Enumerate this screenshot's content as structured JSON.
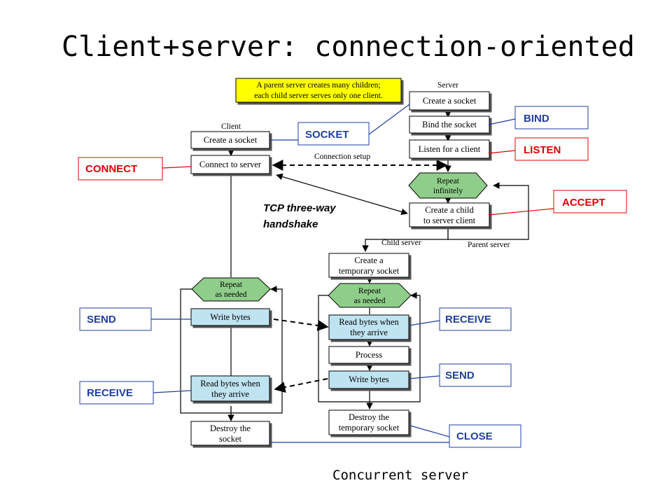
{
  "title": "Client+server: connection-oriented",
  "footer": "Concurrent server",
  "colors": {
    "call_red": "#e00000",
    "call_blue": "#1f3f9f",
    "decision_green": "#8fce8a",
    "note_yellow": "#ffff00",
    "io_box_blue": "#bfe3f0"
  },
  "note": {
    "line1": "A parent server creates many children;",
    "line2": "each child server serves only one client."
  },
  "headings": {
    "client": "Client",
    "server": "Server",
    "connection_setup": "Connection setup",
    "child_server": "Child server",
    "parent_server": "Parent server"
  },
  "tcp": {
    "line1": "TCP three-way",
    "line2": "handshake"
  },
  "server_boxes": {
    "create_socket": "Create a socket",
    "bind": "Bind the socket",
    "listen": "Listen for a client",
    "repeat1": "Repeat",
    "repeat2": "infinitely",
    "child1": "Create a child",
    "child2": "to server client"
  },
  "client_boxes": {
    "create_socket": "Create a socket",
    "connect": "Connect to server",
    "repeat1": "Repeat",
    "repeat2": "as needed",
    "write": "Write bytes",
    "read1": "Read bytes when",
    "read2": "they arrive",
    "destroy1": "Destroy the",
    "destroy2": "socket"
  },
  "child_boxes": {
    "temp1": "Create a",
    "temp2": "temporary socket",
    "repeat1": "Repeat",
    "repeat2": "as needed",
    "read1": "Read bytes when",
    "read2": "they arrive",
    "process": "Process",
    "write": "Write bytes",
    "destroy1": "Destroy the",
    "destroy2": "temporary socket"
  },
  "calls": {
    "socket": "SOCKET",
    "bind": "BIND",
    "listen": "LISTEN",
    "connect": "CONNECT",
    "accept": "ACCEPT",
    "send_client": "SEND",
    "receive_client": "RECEIVE",
    "receive_server": "RECEIVE",
    "send_server": "SEND",
    "close": "CLOSE"
  }
}
